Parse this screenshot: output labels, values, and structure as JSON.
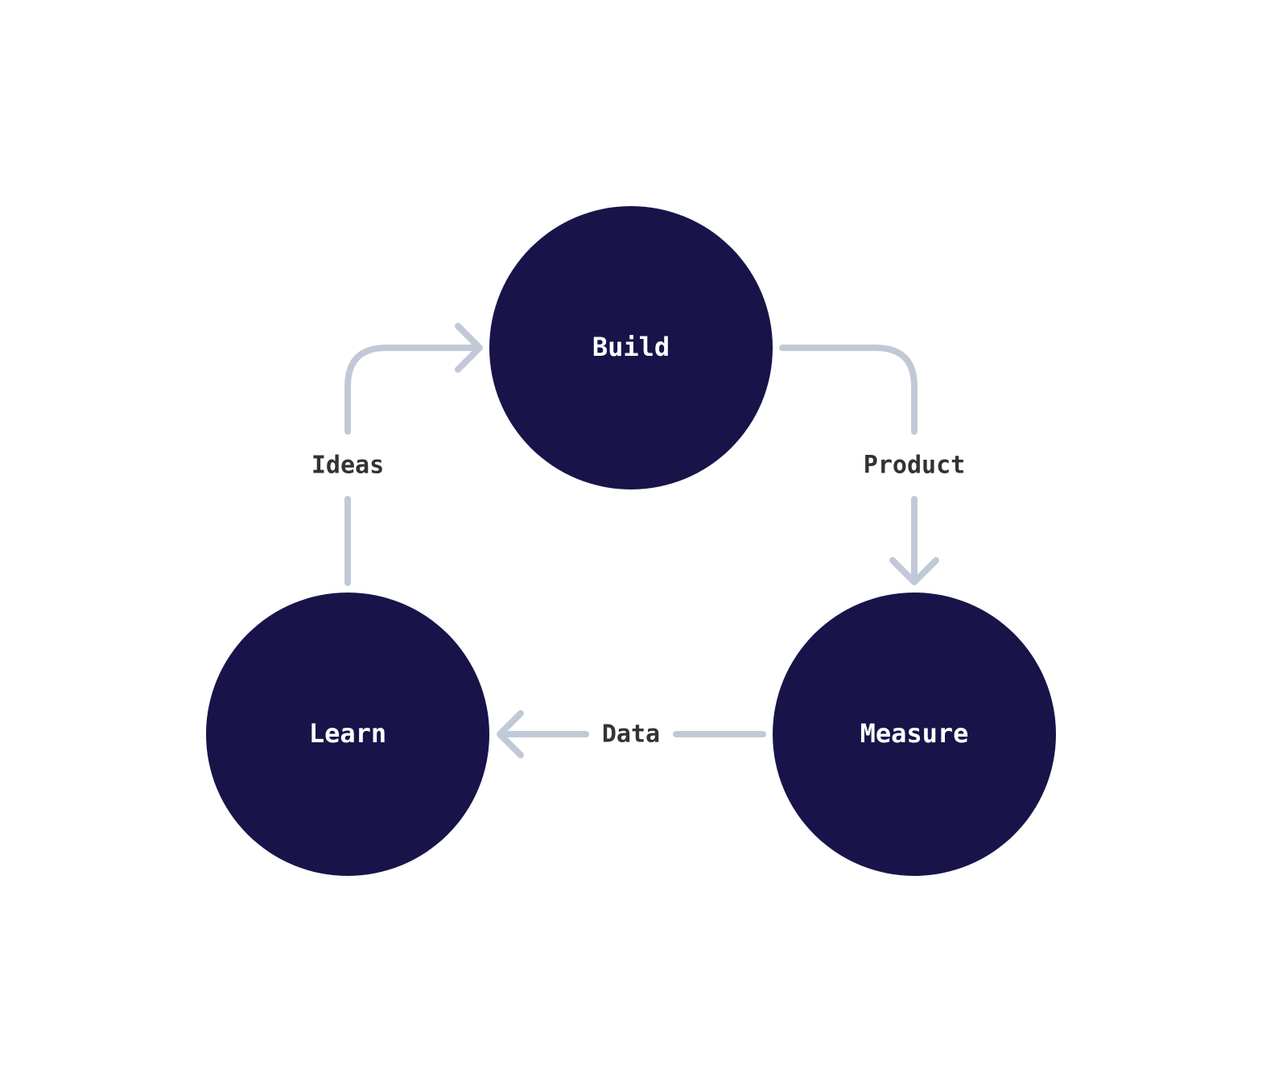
{
  "colors": {
    "node_fill": "#18144a",
    "node_text": "#ffffff",
    "connector": "#c2c9d6",
    "edge_text": "#333333",
    "background": "#ffffff"
  },
  "nodes": {
    "build": "Build",
    "measure": "Measure",
    "learn": "Learn"
  },
  "edges": {
    "ideas": "Ideas",
    "product": "Product",
    "data": "Data"
  }
}
